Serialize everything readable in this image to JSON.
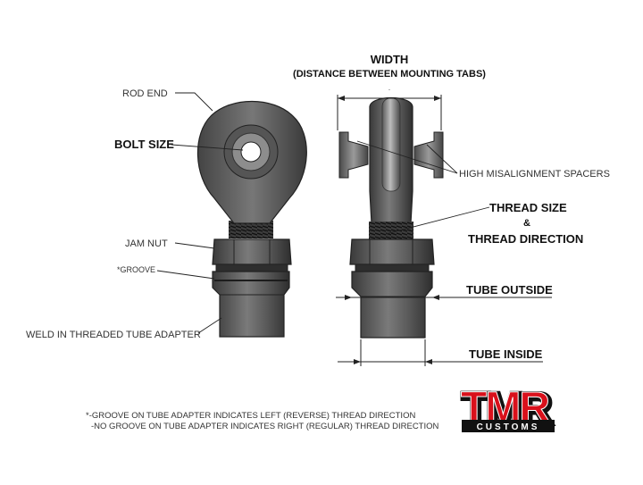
{
  "dimensions": {
    "width_title": "WIDTH",
    "width_subtitle": "(DISTANCE BETWEEN MOUNTING TABS)",
    "thread_size": "THREAD SIZE",
    "ampersand": "&",
    "thread_direction": "THREAD DIRECTION",
    "tube_outside": "TUBE OUTSIDE",
    "tube_inside": "TUBE INSIDE"
  },
  "parts": {
    "rod_end": "ROD END",
    "bolt_size": "BOLT SIZE",
    "jam_nut": "JAM NUT",
    "groove": "*GROOVE",
    "weld_adapter": "WELD IN THREADED TUBE ADAPTER",
    "spacers": "HIGH MISALIGNMENT SPACERS"
  },
  "notes": {
    "line1": "*-GROOVE ON TUBE ADAPTER INDICATES LEFT (REVERSE) THREAD DIRECTION",
    "line2": "-NO GROOVE ON TUBE ADAPTER INDICATES RIGHT (REGULAR) THREAD DIRECTION"
  },
  "logo": {
    "brand": "TMR",
    "sub": "CUSTOMS",
    "red": "#d9101b",
    "black": "#111111"
  },
  "colors": {
    "metal_dark": "#3a3a3a",
    "metal_mid": "#6b6b6b",
    "metal_light": "#a8a8a8"
  }
}
